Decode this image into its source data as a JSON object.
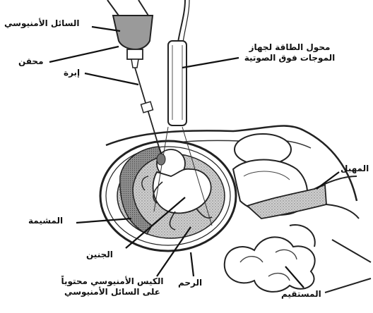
{
  "labels": {
    "amniotic_fluid": "السائل الأمنيوسي",
    "syringe": "محقن",
    "needle": "إبرة",
    "transducer_line1": "محول الطاقة لجهاز",
    "transducer_line2": "الموجات فوق الصوتية",
    "cervix": "المهبل",
    "placenta": "المشيمة",
    "fetus": "الجنين",
    "sac_line1": "الكيس الأمنيوسي محتوياً",
    "sac_line2": "على السائل الأمنيوسي",
    "uterus": "الرحم",
    "rectum": "المستقيم"
  }
}
